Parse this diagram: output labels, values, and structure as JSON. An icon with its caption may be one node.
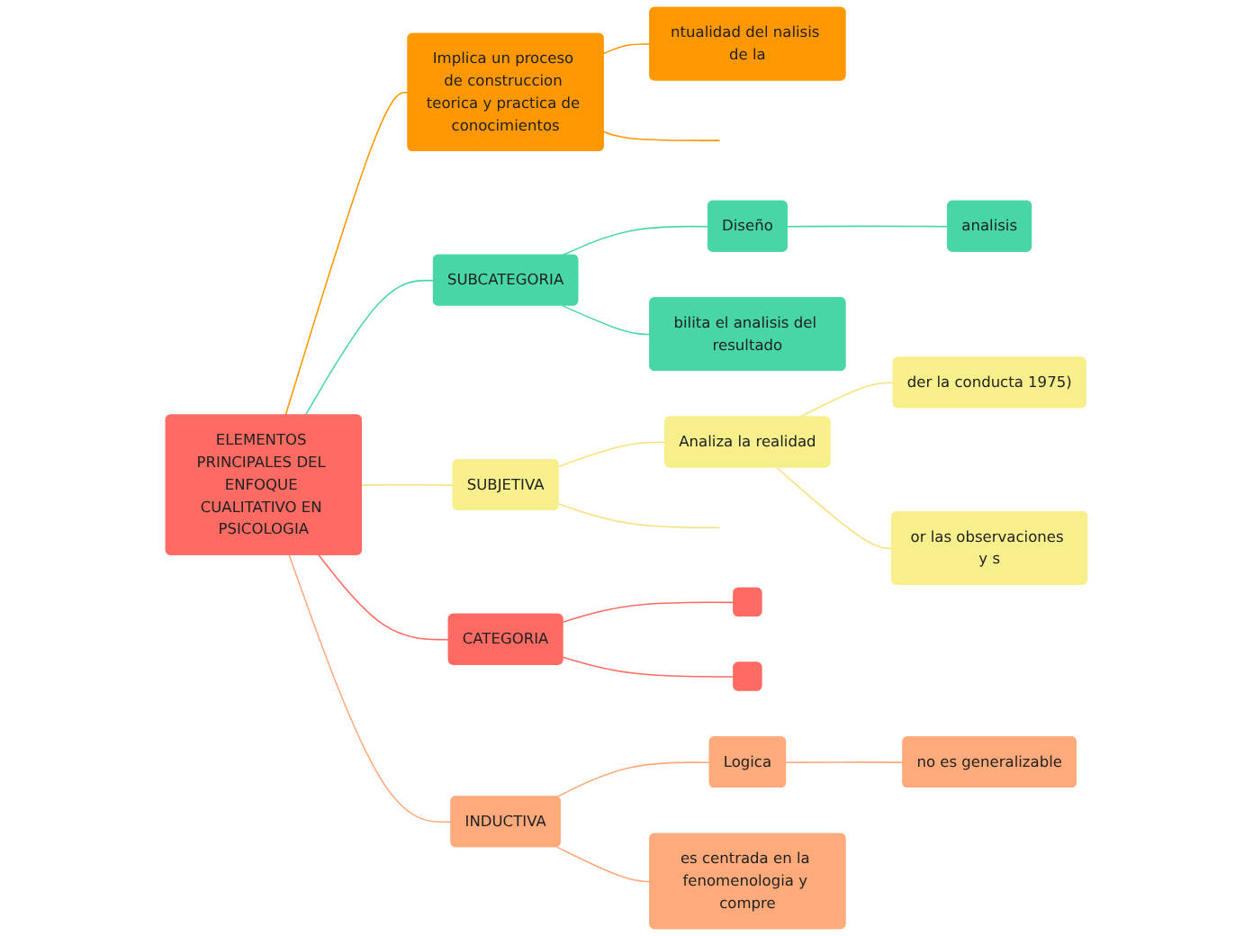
{
  "diagram": {
    "nodes": [
      {
        "text": [
          "ELEMENTOS PRINCIPALES DEL ENFOQUE CUALITATIVO EN PSICOLOGIA"
        ]
      },
      {
        "text": [
          "Implica un proceso de construccion teorica y practica de conocimientos"
        ]
      },
      {
        "text": [
          "ntualidad del nalisis de la"
        ]
      },
      {
        "text": [
          "SUBCATEGORIA"
        ]
      },
      {
        "text": [
          "Diseño"
        ]
      },
      {
        "text": [
          "analisis"
        ]
      },
      {
        "text": [
          "bilita el analisis del resultado"
        ]
      },
      {
        "text": [
          "SUBJETIVA"
        ]
      },
      {
        "text": [
          "Analiza la realidad"
        ]
      },
      {
        "text": [
          "der la conducta 1975)"
        ]
      },
      {
        "text": [
          "or las observaciones y s"
        ]
      },
      {
        "text": [
          "CATEGORIA"
        ]
      },
      {
        "text": [],
        "shape": "box"
      },
      {
        "text": [],
        "shape": "box"
      },
      {
        "text": [
          "INDUCTIVA"
        ]
      },
      {
        "text": [
          "Logica"
        ]
      },
      {
        "text": [
          "no es generalizable"
        ]
      },
      {
        "text": [
          "es centrada en la fenomenologia y compre"
        ]
      }
    ],
    "edges": [
      {
        "from": 0,
        "to": 1,
        "arrow": "none",
        "color": "#ff9800"
      },
      {
        "from": 1,
        "to": 2,
        "arrow": "none",
        "color": "#ff9800"
      },
      {
        "from": 1,
        "to": null,
        "arrow": "none",
        "color": "#ff9800"
      },
      {
        "from": 0,
        "to": 3,
        "arrow": "none",
        "color": "#48d6a7"
      },
      {
        "from": 3,
        "to": 4,
        "arrow": "none",
        "color": "#48d6a7"
      },
      {
        "from": 4,
        "to": 5,
        "arrow": "none",
        "color": "#48d6a7"
      },
      {
        "from": 3,
        "to": 6,
        "arrow": "none",
        "color": "#48d6a7"
      },
      {
        "from": 0,
        "to": 7,
        "arrow": "none",
        "color": "#f7e27a"
      },
      {
        "from": 7,
        "to": 8,
        "arrow": "none",
        "color": "#f7e27a"
      },
      {
        "from": 8,
        "to": 9,
        "arrow": "none",
        "color": "#f7e27a"
      },
      {
        "from": 8,
        "to": 10,
        "arrow": "none",
        "color": "#f7e27a"
      },
      {
        "from": 7,
        "to": null,
        "arrow": "none",
        "color": "#f7e27a"
      },
      {
        "from": 0,
        "to": 11,
        "arrow": "none",
        "color": "#ff6b63"
      },
      {
        "from": 11,
        "to": 12,
        "arrow": "none",
        "color": "#ff6b63"
      },
      {
        "from": 11,
        "to": 13,
        "arrow": "none",
        "color": "#ff6b63"
      },
      {
        "from": 0,
        "to": 14,
        "arrow": "none",
        "color": "#ffaa7a"
      },
      {
        "from": 14,
        "to": 15,
        "arrow": "none",
        "color": "#ffaa7a"
      },
      {
        "from": 15,
        "to": 16,
        "arrow": "none",
        "color": "#ffaa7a"
      },
      {
        "from": 14,
        "to": 17,
        "arrow": "none",
        "color": "#ffaa7a"
      }
    ]
  }
}
